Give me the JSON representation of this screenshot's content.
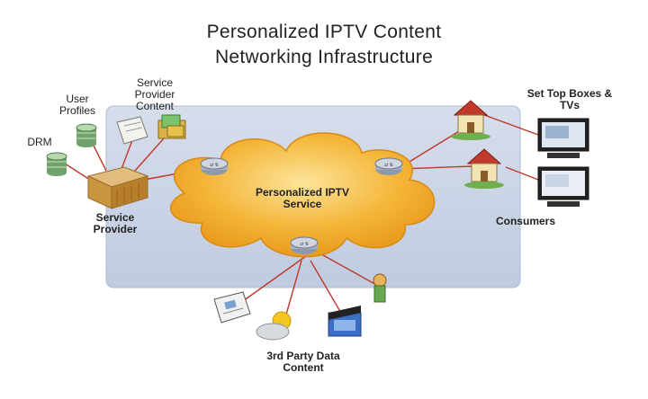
{
  "title": {
    "line1": "Personalized IPTV Content",
    "line2": "Networking Infrastructure"
  },
  "labels": {
    "user_profiles": "User Profiles",
    "service_provider_content": "Service Provider Content",
    "drm": "DRM",
    "service_provider": "Service Provider",
    "cloud": "Personalized IPTV Service",
    "set_top_boxes": "Set Top Boxes & TVs",
    "consumers": "Consumers",
    "third_party": "3rd Party Data Content"
  },
  "colors": {
    "background_panel": "#c9d3e6",
    "cloud_fill": "#f4b63a",
    "connector": "#c0392b",
    "router": "#9aa6b6"
  },
  "icons": [
    "database-icon",
    "document-icon",
    "box-icon",
    "router-icon",
    "house-icon",
    "tv-monitor-icon",
    "newspaper-icon",
    "weather-icon",
    "clapperboard-icon",
    "sports-icon"
  ]
}
